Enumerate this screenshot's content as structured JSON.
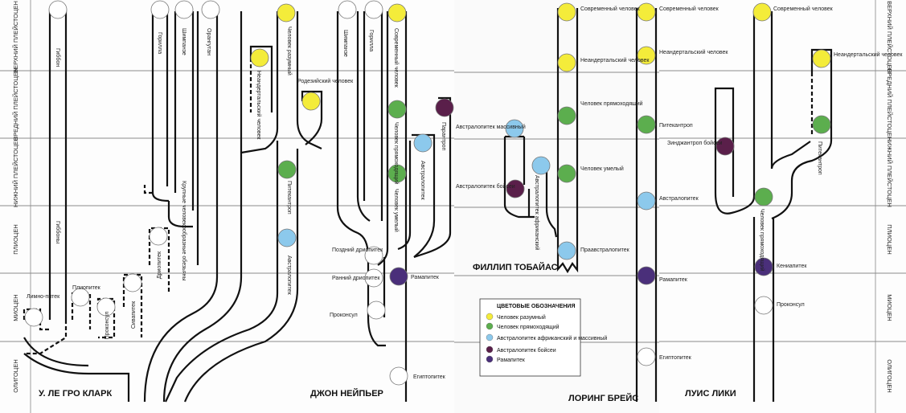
{
  "epochs": [
    "ВЕРХНИЙ ПЛЕЙСТОЦЕН",
    "СРЕДНИЙ ПЛЕЙСТОЦЕН",
    "НИЖНИЙ ПЛЕЙСТОЦЕН",
    "ПЛИОЦЕН",
    "МИОЦЕН",
    "ОЛИГОЦЕН"
  ],
  "authors": {
    "clark": "У. ЛЕ ГРО КЛАРК",
    "napier": "ДЖОН НЕЙПЬЕР",
    "tobias": "ФИЛЛИП ТОБАЙАС",
    "brace": "ЛОРИНГ БРЕЙС",
    "leakey": "ЛУИС ЛИКИ"
  },
  "colors": {
    "sapiens": "#f4ec3a",
    "erectus": "#5cae4e",
    "australopithecus": "#8cc9ec",
    "boisei": "#5a1f4a",
    "ramapithecus": "#4a2f7a"
  },
  "legend": {
    "title": "ЦВЕТОВЫЕ ОБОЗНАЧЕНИЯ",
    "items": [
      "Человек разумный",
      "Человек прямоходящий",
      "Австралопитек африканский и массивный",
      "Австралопитек бойсеи",
      "Рамапитек"
    ]
  },
  "labels": {
    "gibbon": "Гиббон",
    "gibbons": "Гиббоны",
    "gorilla": "Горилла",
    "chimp": "Шимпанзе",
    "orangutan": "Орангутан",
    "great_apes": "Крупные человекообразные обезьяны",
    "limnopithecus": "Лимно-питек",
    "pliopithecus": "Плиопитек",
    "proconsul": "Проконсул",
    "sivapithecus": "Сивапитек",
    "dryopithecus": "Дриопитек",
    "australopithecus": "Австралопитек",
    "pithecanthropus": "Питекантроп",
    "neanderthal": "Неандертальский человек",
    "homo_sapiens": "Человек разумный",
    "rhodesian": "Родезийский человек",
    "late_dryopithecus": "Поздний дриопитек",
    "early_dryopithecus": "Ранний дриопитек",
    "ramapithecus": "Рамапитек",
    "egyptopithecus": "Египтопитек",
    "modern_man": "Современный человек",
    "homo_erectus": "Человек прямоходящий",
    "homo_habilis": "Человек умелый",
    "paranthropus": "Парантроп",
    "australopithecus_robustus": "Австралопитек массивный",
    "australopithecus_boisei": "Австралопитек бойсеи",
    "australopithecus_africanus": "Австралопитек африканский",
    "prae_australopithecus": "Праавстралопитек",
    "zinjanthropus": "Зинджантроп бойсеи",
    "kenyapithecus": "Кениапитек"
  }
}
